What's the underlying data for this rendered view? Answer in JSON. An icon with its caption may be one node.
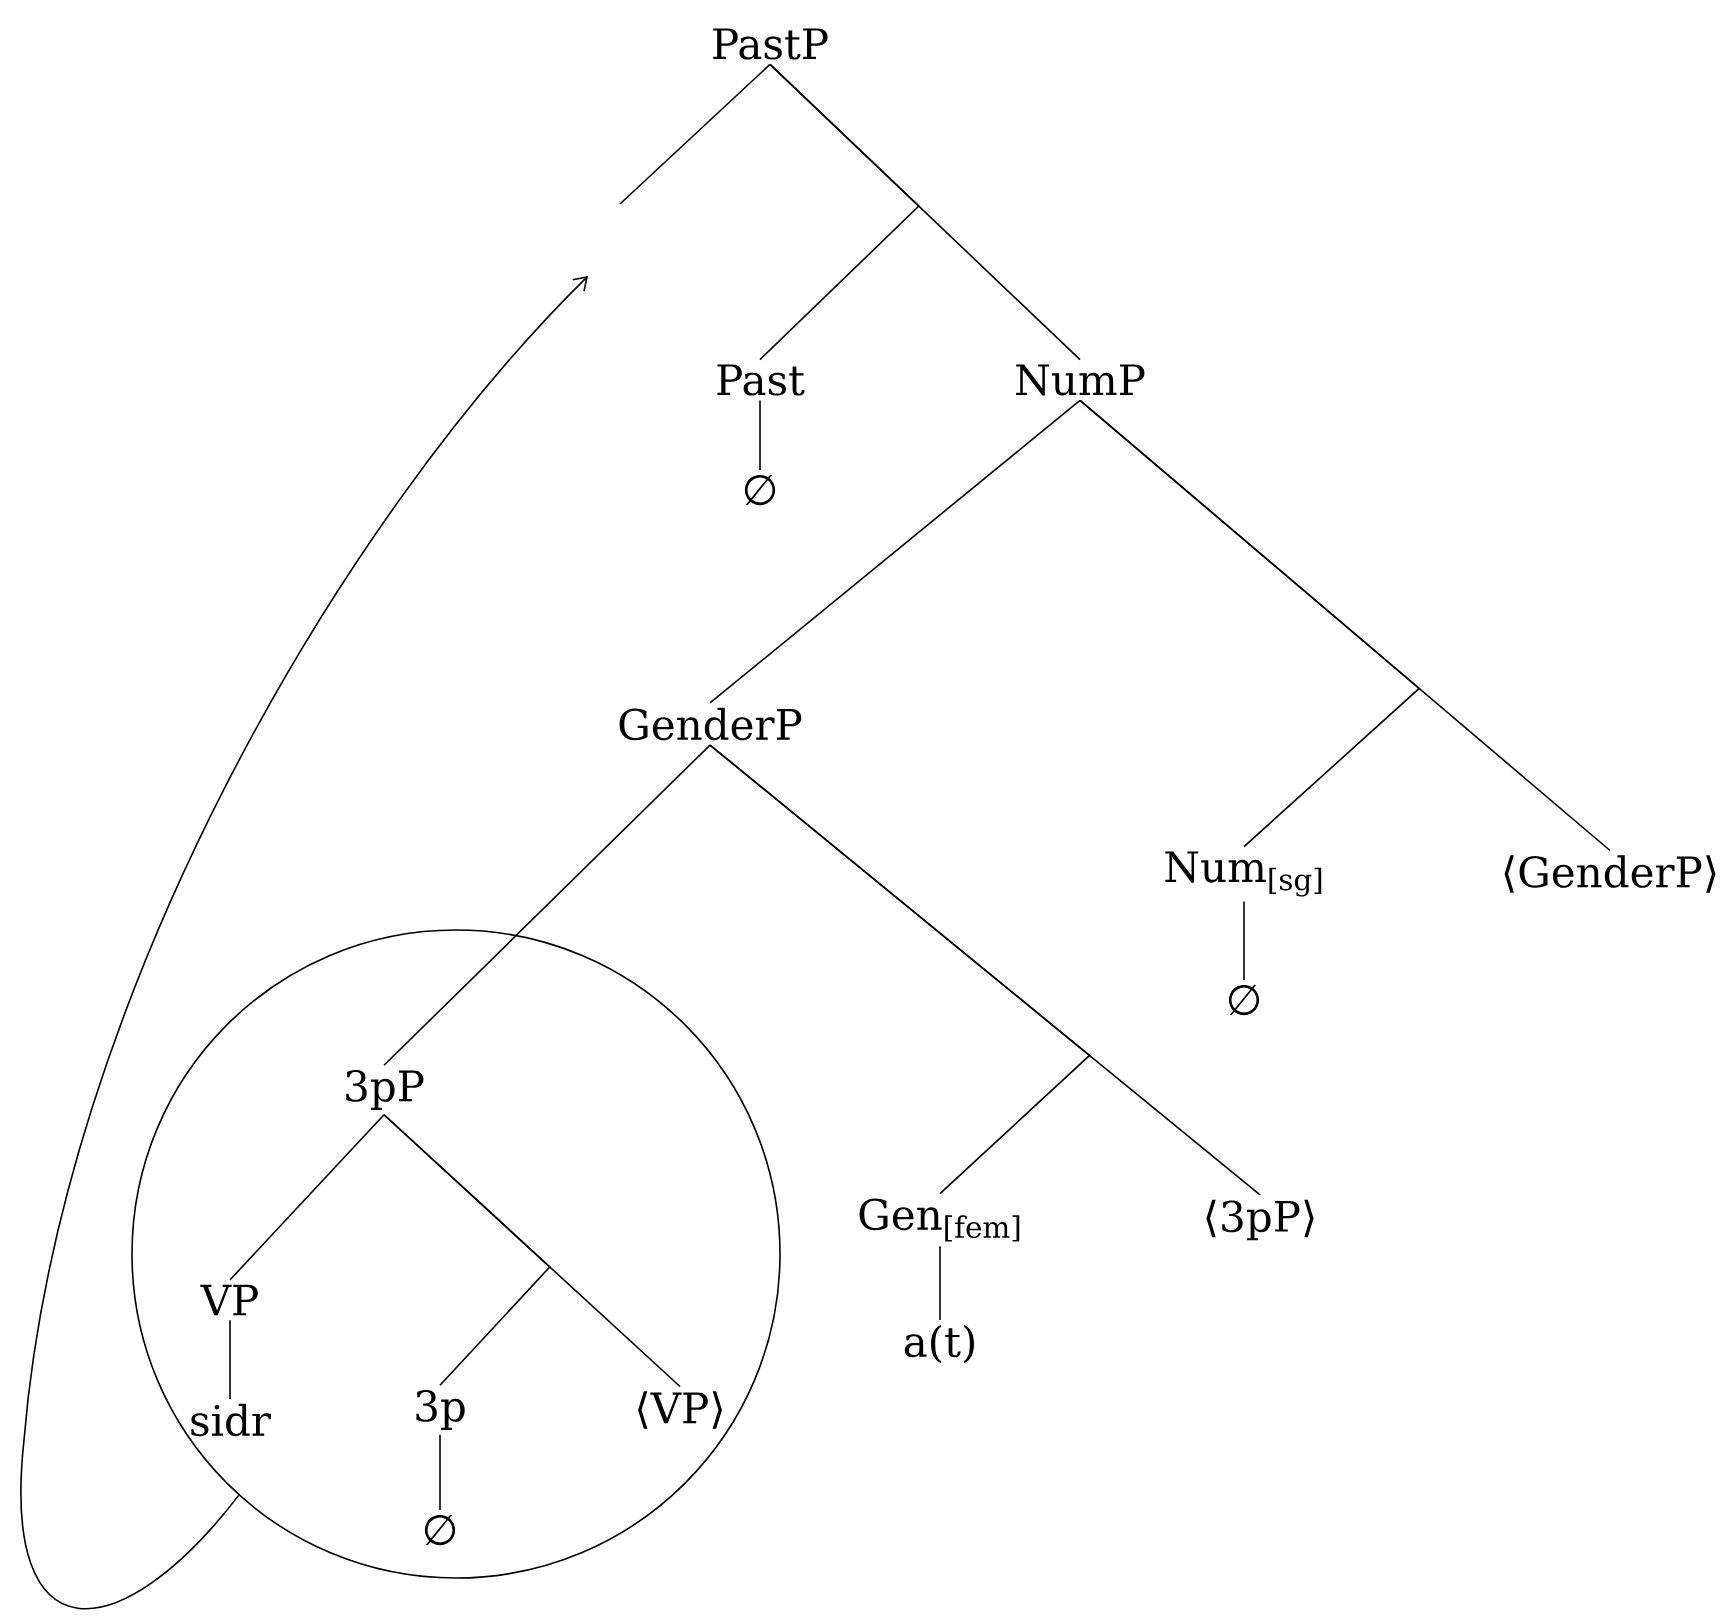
{
  "diagram": {
    "nodes": [
      {
        "text": [
          "PastP"
        ]
      },
      {
        "text": [
          "Past"
        ]
      },
      {
        "text": [
          "NumP"
        ]
      },
      {
        "text": [
          "∅"
        ]
      },
      {
        "text": [
          "GenderP"
        ]
      },
      {
        "text": [
          "Num$_{[sg]}$"
        ]
      },
      {
        "text": [
          "⟨GenderP⟩"
        ]
      },
      {
        "text": [
          "∅"
        ]
      },
      {
        "text": [],
        "shape": "circle"
      },
      {
        "text": [
          "3pP"
        ],
        "in": 8
      },
      {
        "text": [
          "Gen$_{[fem]}$"
        ]
      },
      {
        "text": [
          "⟨3pP⟩"
        ]
      },
      {
        "text": [
          "VP"
        ],
        "in": 8
      },
      {
        "text": [
          "3p"
        ],
        "in": 8
      },
      {
        "text": [
          "⟨VP⟩"
        ],
        "in": 8
      },
      {
        "text": [
          "a(t)"
        ]
      },
      {
        "text": [
          "sidr"
        ],
        "in": 8
      },
      {
        "text": [
          "∅"
        ],
        "in": 8
      }
    ],
    "edges": [
      {
        "from": 0,
        "to": null,
        "arrow": "none"
      },
      {
        "from": 0,
        "to": 1,
        "arrow": "none"
      },
      {
        "from": 0,
        "to": 2,
        "arrow": "none"
      },
      {
        "from": 1,
        "to": 3,
        "arrow": "none"
      },
      {
        "from": 2,
        "to": 4,
        "arrow": "none"
      },
      {
        "from": 2,
        "to": 5,
        "arrow": "none"
      },
      {
        "from": 2,
        "to": 6,
        "arrow": "none"
      },
      {
        "from": 5,
        "to": 7,
        "arrow": "none"
      },
      {
        "from": 4,
        "to": 9,
        "arrow": "none"
      },
      {
        "from": 4,
        "to": 10,
        "arrow": "none"
      },
      {
        "from": 4,
        "to": 11,
        "arrow": "none"
      },
      {
        "from": 10,
        "to": 15,
        "arrow": "none"
      },
      {
        "from": 9,
        "to": 12,
        "arrow": "none"
      },
      {
        "from": 9,
        "to": 13,
        "arrow": "none"
      },
      {
        "from": 9,
        "to": 14,
        "arrow": "none"
      },
      {
        "from": 12,
        "to": 16,
        "arrow": "none"
      },
      {
        "from": 13,
        "to": 17,
        "arrow": "none"
      },
      {
        "from": 8,
        "to": null,
        "arrow": "to"
      }
    ]
  }
}
